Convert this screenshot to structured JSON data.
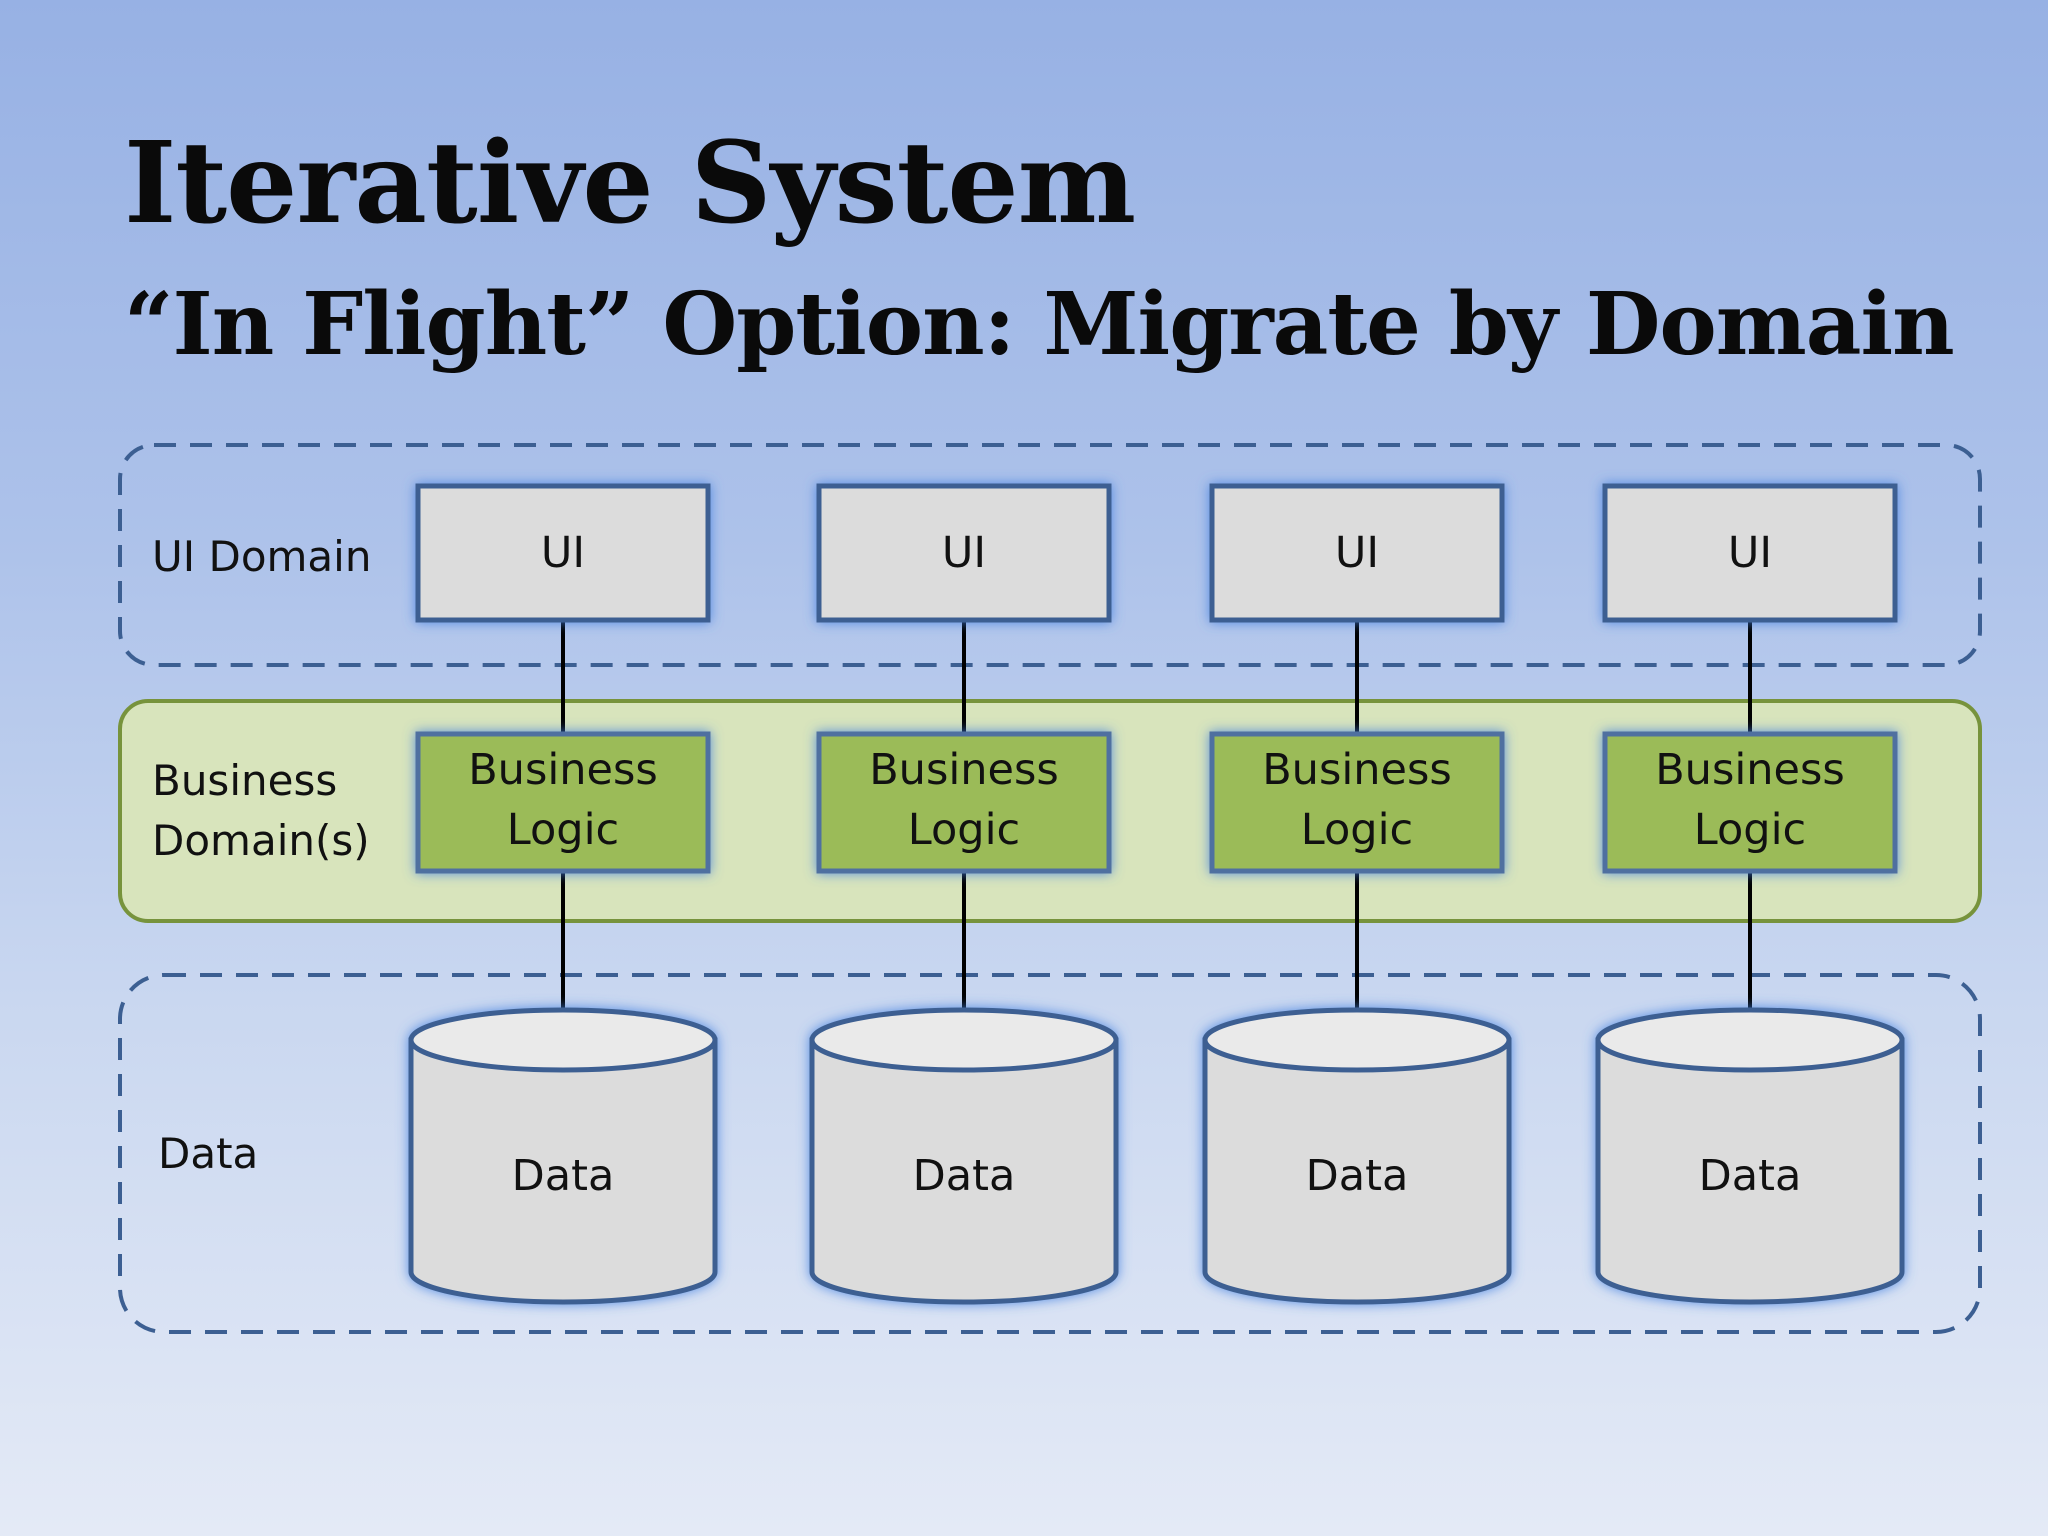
{
  "slide": {
    "title": "Iterative System",
    "subtitle": "“In Flight” Option: Migrate by Domain"
  },
  "layers": {
    "ui": {
      "label": "UI Domain"
    },
    "business": {
      "label_line1": "Business",
      "label_line2": "Domain(s)"
    },
    "data": {
      "label": "Data"
    }
  },
  "columns": [
    {
      "ui": "UI",
      "logic_line1": "Business",
      "logic_line2": "Logic",
      "data": "Data"
    },
    {
      "ui": "UI",
      "logic_line1": "Business",
      "logic_line2": "Logic",
      "data": "Data"
    },
    {
      "ui": "UI",
      "logic_line1": "Business",
      "logic_line2": "Logic",
      "data": "Data"
    },
    {
      "ui": "UI",
      "logic_line1": "Business",
      "logic_line2": "Logic",
      "data": "Data"
    }
  ],
  "colors": {
    "ui_box_fill": "#dcdcdc",
    "box_border": "#3c5f92",
    "logic_fill": "#9bbb59",
    "logic_border": "#4f6fa0",
    "business_band_fill": "#d8e4bc",
    "business_band_border": "#77933c",
    "dashed_border": "#3c5f92",
    "cylinder_fill": "#dcdcdc"
  }
}
